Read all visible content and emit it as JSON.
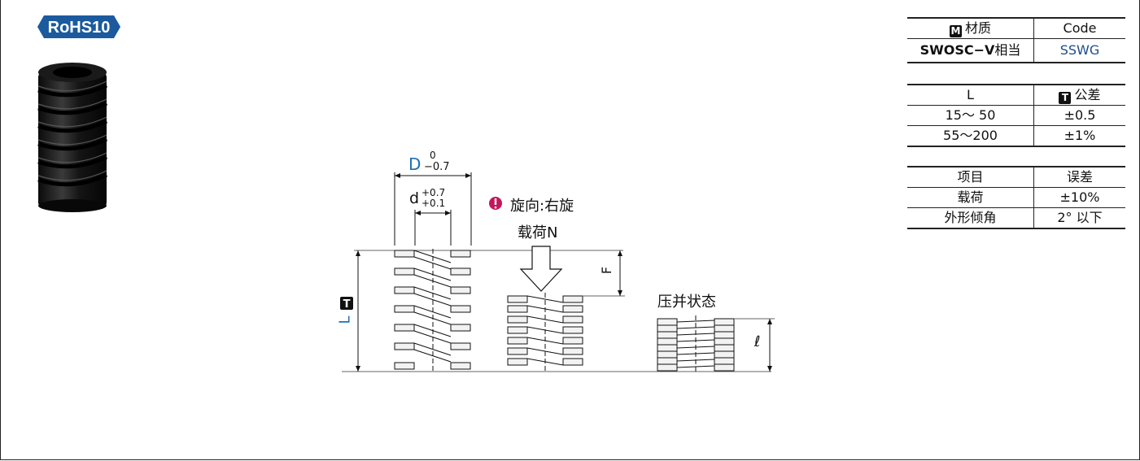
{
  "badge": {
    "rohs": "RoHS10",
    "color": "#1c5a9e"
  },
  "material_table": {
    "material_header": "材质",
    "material_icon": "M",
    "code_header": "Code",
    "material_prefix": "SWOSC",
    "material_mid": "−V",
    "material_suffix": "相当",
    "code_value": "SSWG"
  },
  "tolerance_table": {
    "col_l": "L",
    "col_tol": "公差",
    "tol_icon": "T",
    "rows": [
      {
        "l": "15〜  50",
        "tol": "±0.5"
      },
      {
        "l": "55〜200",
        "tol": "±1%"
      }
    ]
  },
  "error_table": {
    "col_item": "项目",
    "col_error": "误差",
    "rows": [
      {
        "item": "载荷",
        "error": "±10%"
      },
      {
        "item": "外形倾角",
        "error": "2° 以下"
      }
    ]
  },
  "drawing": {
    "d_outer": "D",
    "d_outer_tol_top": "0",
    "d_outer_tol_bottom": "−0.7",
    "d_inner": "d",
    "d_inner_tol_top": "+0.7",
    "d_inner_tol_bottom": "+0.1",
    "winding": "旋向:右旋",
    "load": "载荷N",
    "f_label": "F",
    "l_label": "L",
    "l_icon": "T",
    "solid_state": "压并状态",
    "solid_length": "ℓ",
    "accent": "#1c6fb8",
    "warning": "#c2185b"
  }
}
